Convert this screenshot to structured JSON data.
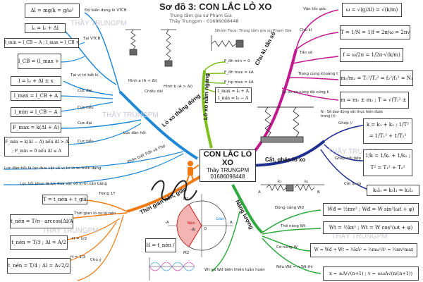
{
  "header": {
    "title": "Sơ đồ 3: CON LẮC LÒ XO",
    "subtitle1": "Trung tâm gia sư Phạm Gia",
    "subtitle2": "Thầy Trungpm - 01686098448",
    "fanpage": "Nhóm Face: Trung tâm gia sư Phạm Gia"
  },
  "watermark": "THẦY TRUNGPM",
  "center": {
    "title": "CON LẮC LÒ XO",
    "author": "Thầy TRUNGPM",
    "phone": "01686098448"
  },
  "colors": {
    "magenta": "#c2188f",
    "navy": "#1f2f8f",
    "blue": "#1e88d6",
    "green": "#2eaa3f",
    "lime": "#7cc01e",
    "orange": "#f07b12",
    "dark": "#111111"
  },
  "branches": {
    "chu_ki": "Chu kì, tần số",
    "lo_xo_ngang": "Lò xo nằm ngang",
    "lo_xo_dung": "Lò xo thẳng đứng",
    "cat_ghep": "Cắt, ghép lò xo",
    "thoi_gian": "Thời gian nén, giãn",
    "nang_luong": "Năng lượng"
  },
  "right_top": {
    "items": [
      {
        "label": "Vận tốc góc",
        "formula": "ω = √(g/Δl) = √(k/m)"
      },
      {
        "label": "Chu kì",
        "formula": "T = 1/N = 1/f = 2π/ω = 2π√(m/k)"
      },
      {
        "label": "Tần số",
        "formula": "f = ω/2π = 1/2π·√(k/m)"
      },
      {
        "label": "Trong cùng khoảng t",
        "formula": "m₁/m₂ = T₁²/T₂² = f₂²/f₁² = N₂²/N₁²"
      },
      {
        "label": "Lò xo có cùng độ cứng k",
        "formula": "m = m₁ ± m₂ ; T = √(T₁² ± T₂²)"
      }
    ],
    "note": "N - Số dao động vật thực hiện được trong (t)"
  },
  "right_mid": {
    "items": [
      {
        "label": "Ghép //",
        "formula": "k = k₁ + k₂ ; 1/T² = 1/T₁² + 1/T₂²"
      },
      {
        "label": "Ghép nối tiếp",
        "formula": "1/k = 1/k₁ + 1/k₂ ; T² = T₁² + T₂²"
      },
      {
        "label": "Cắt lò xo",
        "formula": "k₀l₀ = k₁l₁ = k₂l₂"
      }
    ],
    "spring_labels": [
      "k₁",
      "k₂",
      "A",
      "B"
    ]
  },
  "right_bottom": {
    "items": [
      {
        "label": "Động năng Wđ",
        "formula": "Wđ = ½mv² ; Wđ = W sin²(ωt + φ)"
      },
      {
        "label": "Thế năng Wt",
        "formula": "Wt = ½kx² ; Wt = W cos²(ωt + φ)"
      },
      {
        "label": "Cơ năng W",
        "formula": "W = Wđ + Wt = ½kA² = ½mω²A² = ½mv²max"
      },
      {
        "label": "Nếu Wđ = n Wt thì",
        "formula": "x = ±A/√(n+1) ; v = ±ωA√(n/(n+1))"
      }
    ]
  },
  "left_top": {
    "items": [
      {
        "label": "Độ biến dạng lò VTCB",
        "formula": "Δl = mg/k = g/ω²"
      },
      {
        "label": "",
        "formula": "l₀ = l₀ + Δl"
      },
      {
        "label": "Tại VTCB",
        "formula": "l_min = l_CB − A ; l_max = l_CB + A"
      },
      {
        "label": "",
        "formula": "l_CB = (l_max + l_min)/2"
      },
      {
        "label": "Tại vị trí bất kì",
        "formula": "l = l₀ + Δl ± x"
      },
      {
        "label": "Cực đại",
        "formula": "l_max = l_CB + A"
      },
      {
        "label": "Cực tiểu",
        "formula": "l_min = l_CB − A"
      },
      {
        "label": "Cực đại",
        "formula": "F_max = k(Δl + A)"
      },
      {
        "label": "Cực tiểu",
        "formula": "F_min = k(Δl − A) nếu Δl > A ; F_min = 0 nếu Δl ≤ A"
      }
    ],
    "labels": [
      "Chiều dài",
      "Lực đàn hồi",
      "Phân biệt Fđh và Fhp",
      "Hình a (A < Δl)",
      "Hình b (A > Δl)"
    ]
  },
  "left_notes": [
    "Lực đàn hồi là lực đưa vật về vị trí lò xo biến dạng",
    "Lực hồi phục là lực đưa vật về vị trí cân bằng"
  ],
  "left_bottom": {
    "items": [
      {
        "label": "Trong 1T",
        "formula": "T = t_nén + t_giãn"
      },
      {
        "label": "Thời gian lò xo bị nén",
        "formula": "t_nén = T/π · arccos(Δl/A)"
      },
      {
        "label": "H = 1/2",
        "formula": "t_nén = T/3 ; Δl = A/2"
      },
      {
        "label": "H = 1/3",
        "formula": "t_nén = T/4 ; Δl = A√2/2"
      },
      {
        "label": "Chú ý",
        "formula": ""
      }
    ],
    "ratio": "H = t_nén / t_giãn",
    "circle_labels": [
      "M1",
      "M2",
      "-A",
      "A",
      "Nén",
      "Giãn",
      "-Δl",
      "O"
    ],
    "note_bottom": "Wt và Wđ biến thiên tuần hoàn"
  },
  "ngang_items": [
    "F_đh min = 0",
    "F_đh max = kA",
    "F_hp max = kA",
    "l_max = l₀ + A",
    "l_min = l₀ − A"
  ]
}
